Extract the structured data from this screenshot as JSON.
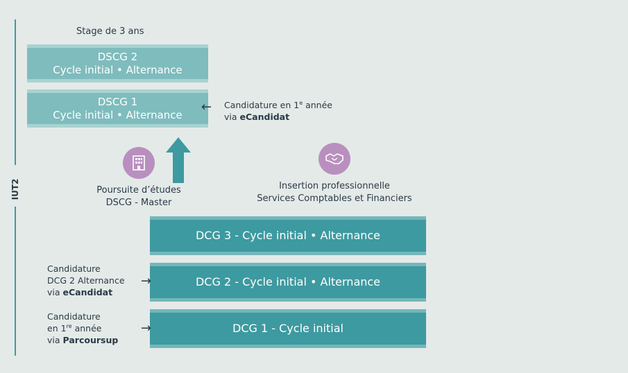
{
  "side_label": "IUT2",
  "stage_label": "Stage de 3 ans",
  "dscg2": {
    "title": "DSCG 2",
    "subtitle": "Cycle initial • Alternance"
  },
  "dscg1": {
    "title": "DSCG 1",
    "subtitle": "Cycle initial • Alternance"
  },
  "dscg_application": {
    "line1_prefix": "Candidature en 1",
    "line1_sup": "e",
    "line1_suffix": " année",
    "line2_prefix": "via ",
    "line2_bold": "eCandidat"
  },
  "poursuite": {
    "line1": "Poursuite d’études",
    "line2": "DSCG - Master",
    "icon": "building-icon"
  },
  "insertion": {
    "line1": "Insertion professionnelle",
    "line2": "Services Comptables et Financiers",
    "icon": "handshake-icon"
  },
  "dcg3": {
    "label": "DCG 3 - Cycle initial • Alternance"
  },
  "dcg2": {
    "label": "DCG 2 - Cycle initial • Alternance"
  },
  "dcg1": {
    "label": "DCG 1 - Cycle initial"
  },
  "dcg2_application": {
    "line1": "Candidature",
    "line2": "DCG 2 Alternance",
    "line3_prefix": "via ",
    "line3_bold": "eCandidat"
  },
  "dcg1_application": {
    "line1": "Candidature",
    "line2_prefix": "en 1",
    "line2_sup": "re",
    "line2_suffix": " année",
    "line3_prefix": "via ",
    "line3_bold": "Parcoursup"
  },
  "colors": {
    "dark_teal": "#3d9aa0",
    "light_teal": "#7fbcbd",
    "purple": "#b98fbf",
    "background": "#e4eae8"
  }
}
